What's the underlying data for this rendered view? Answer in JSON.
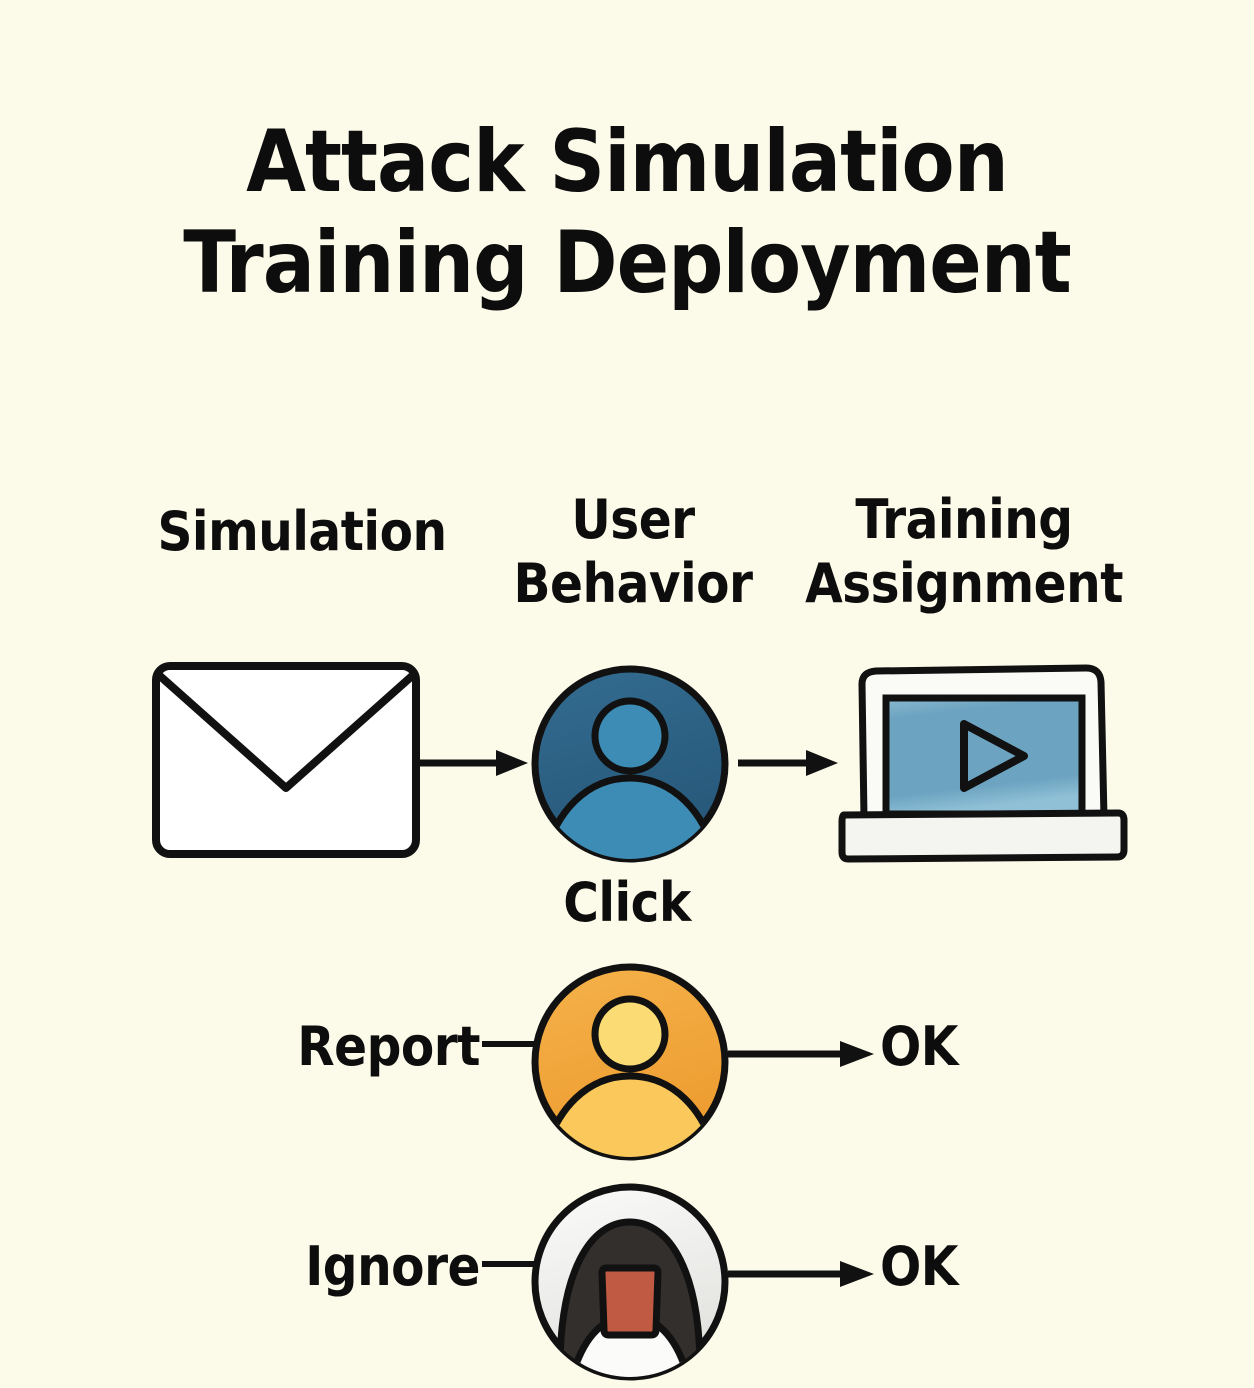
{
  "background_color": "#FCFAE9",
  "title": "Attack Simulation\nTraining Deployment",
  "columns": [
    {
      "id": "simulation",
      "label": "Simulation"
    },
    {
      "id": "user-behavior",
      "label": "User\nBehavior"
    },
    {
      "id": "training-assignment",
      "label": "Training\nAssignment"
    }
  ],
  "flow": {
    "click_label": "Click",
    "report_label": "Report",
    "ignore_label": "Ignore",
    "report_outcome": "OK",
    "ignore_outcome": "OK"
  },
  "icons": {
    "envelope": "envelope-icon",
    "user": "user-avatar-icon",
    "laptop": "laptop-video-icon",
    "report_user": "user-avatar-report-icon",
    "ignore_user": "user-avatar-ignore-icon",
    "arrow": "arrow-right-icon",
    "play": "play-triangle-icon"
  },
  "colors": {
    "background": "#FCFAE9",
    "ink": "#0d0d0d",
    "envelope_fill": "#FFFFFF",
    "user_circle": "#2C6184",
    "user_highlight": "#3D8CB5",
    "laptop_body": "#F7F7F4",
    "laptop_screen": "#6CA3C0",
    "report_circle": "#F0A63C",
    "report_head": "#FBDC74",
    "report_shoulder": "#FBC95B",
    "ignore_outer": "#EDEDEB",
    "ignore_inner": "#332F2D",
    "ignore_badge": "#C05A42",
    "ignore_shoulder": "#FBFBFA"
  },
  "chart_data": {
    "type": "diagram",
    "title": "Attack Simulation Training Deployment",
    "nodes": [
      {
        "id": "simulation",
        "label": "Simulation",
        "icon": "envelope",
        "column": 1,
        "row": 1
      },
      {
        "id": "user-behavior",
        "label": "User Behavior",
        "icon": "user-avatar",
        "column": 2,
        "row": 1
      },
      {
        "id": "training-assignment",
        "label": "Training Assignment",
        "icon": "laptop-video",
        "column": 3,
        "row": 1
      },
      {
        "id": "report-user",
        "label": "Report",
        "icon": "user-avatar-orange",
        "column": 2,
        "row": 2
      },
      {
        "id": "report-ok",
        "label": "OK",
        "icon": "text",
        "column": 3,
        "row": 2
      },
      {
        "id": "ignore-user",
        "label": "Ignore",
        "icon": "user-avatar-dark",
        "column": 2,
        "row": 3
      },
      {
        "id": "ignore-ok",
        "label": "OK",
        "icon": "text",
        "column": 3,
        "row": 3
      }
    ],
    "edges": [
      {
        "from": "simulation",
        "to": "user-behavior",
        "label": "",
        "arrow": true
      },
      {
        "from": "user-behavior",
        "to": "training-assignment",
        "label": "Click",
        "arrow": true
      },
      {
        "from": "report-user",
        "to": "report-ok",
        "label": "",
        "arrow": true
      },
      {
        "from": "ignore-user",
        "to": "ignore-ok",
        "label": "",
        "arrow": true
      }
    ]
  }
}
